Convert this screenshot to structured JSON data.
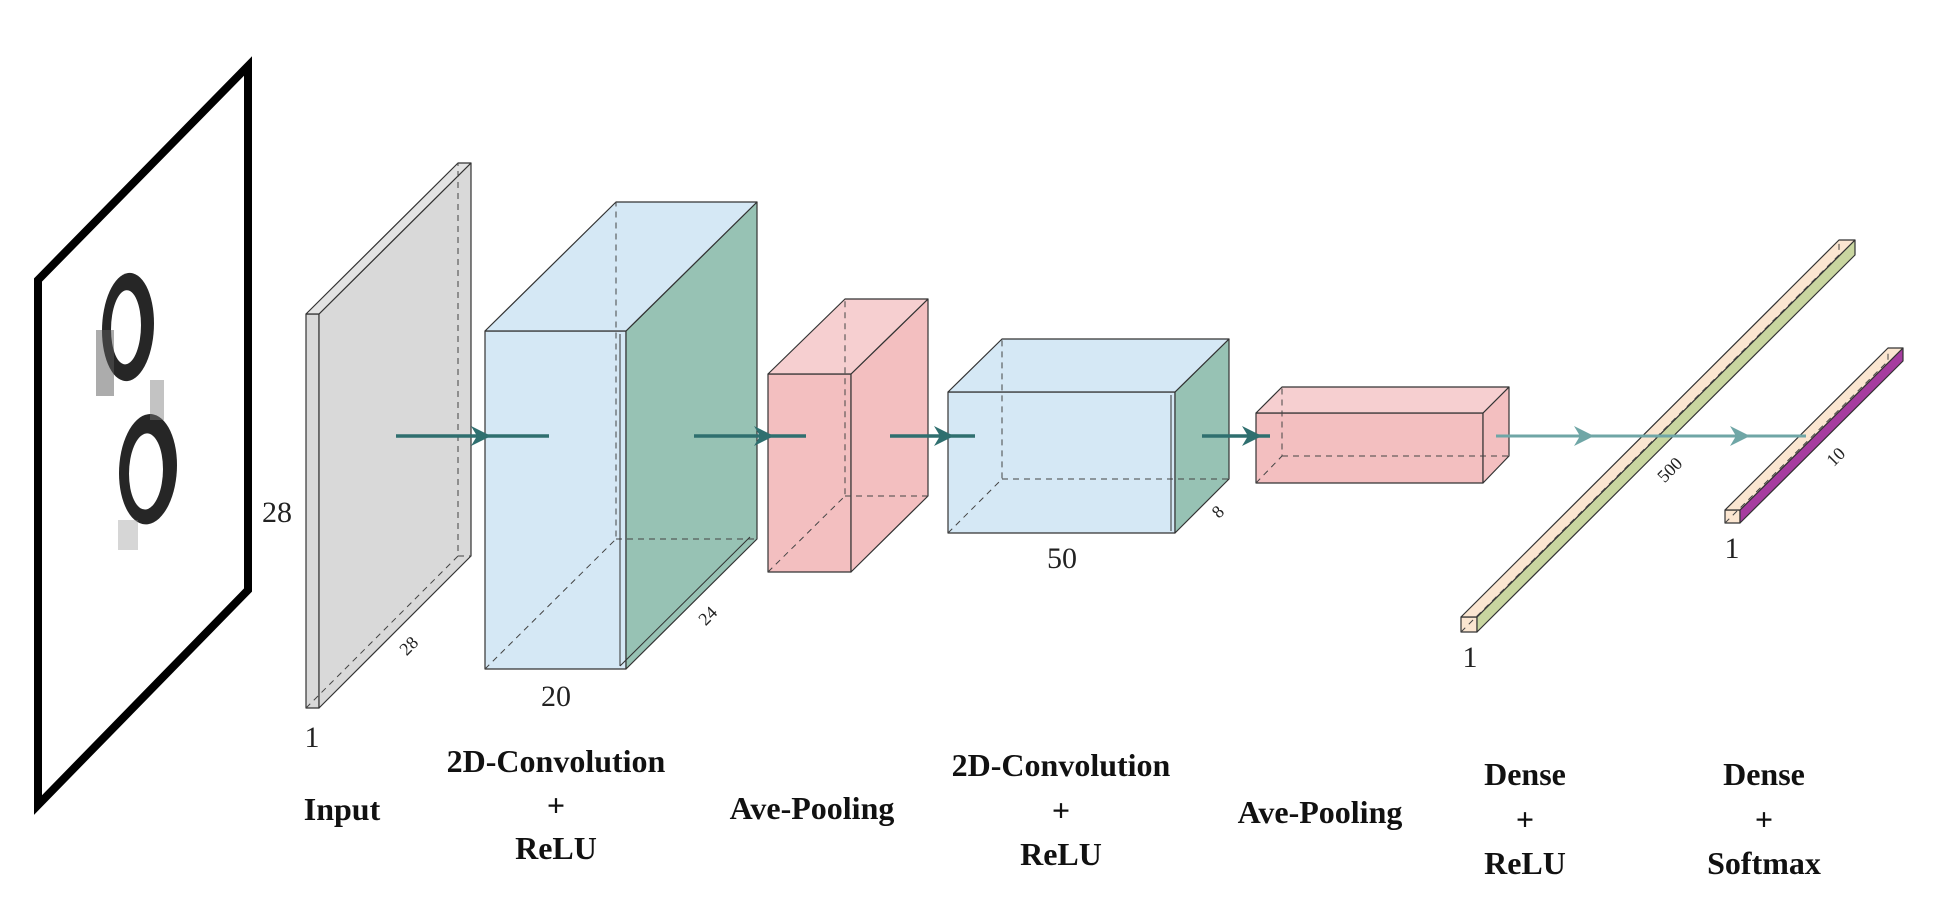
{
  "colors": {
    "input_gray": "#d9d9d9",
    "conv_blue": "#d5e8f5",
    "conv_green": "#97c2b4",
    "pool_red": "#f3bfc0",
    "dense_cream": "#fbe6d1",
    "dense_olive": "#c9d6a0",
    "softmax_magenta": "#a63c9f",
    "arrow": "#2f6f6f"
  },
  "input_image": {
    "icon": "digit-8-image"
  },
  "dimensions": {
    "input_height": "28",
    "input_depth": "28",
    "input_width": "1",
    "conv1_width": "20",
    "conv1_depth": "24",
    "conv2_width": "50",
    "conv2_depth": "8",
    "dense1_width": "1",
    "dense1_units": "500",
    "dense2_width": "1",
    "dense2_units": "10"
  },
  "captions": {
    "input": "Input",
    "conv1_line1": "2D-Convolution",
    "conv1_line2": "+",
    "conv1_line3": "ReLU",
    "pool1": "Ave-Pooling",
    "conv2_line1": "2D-Convolution",
    "conv2_line2": "+",
    "conv2_line3": "ReLU",
    "pool2": "Ave-Pooling",
    "dense1_line1": "Dense",
    "dense1_line2": "+",
    "dense1_line3": "ReLU",
    "dense2_line1": "Dense",
    "dense2_line2": "+",
    "dense2_line3": "Softmax"
  }
}
